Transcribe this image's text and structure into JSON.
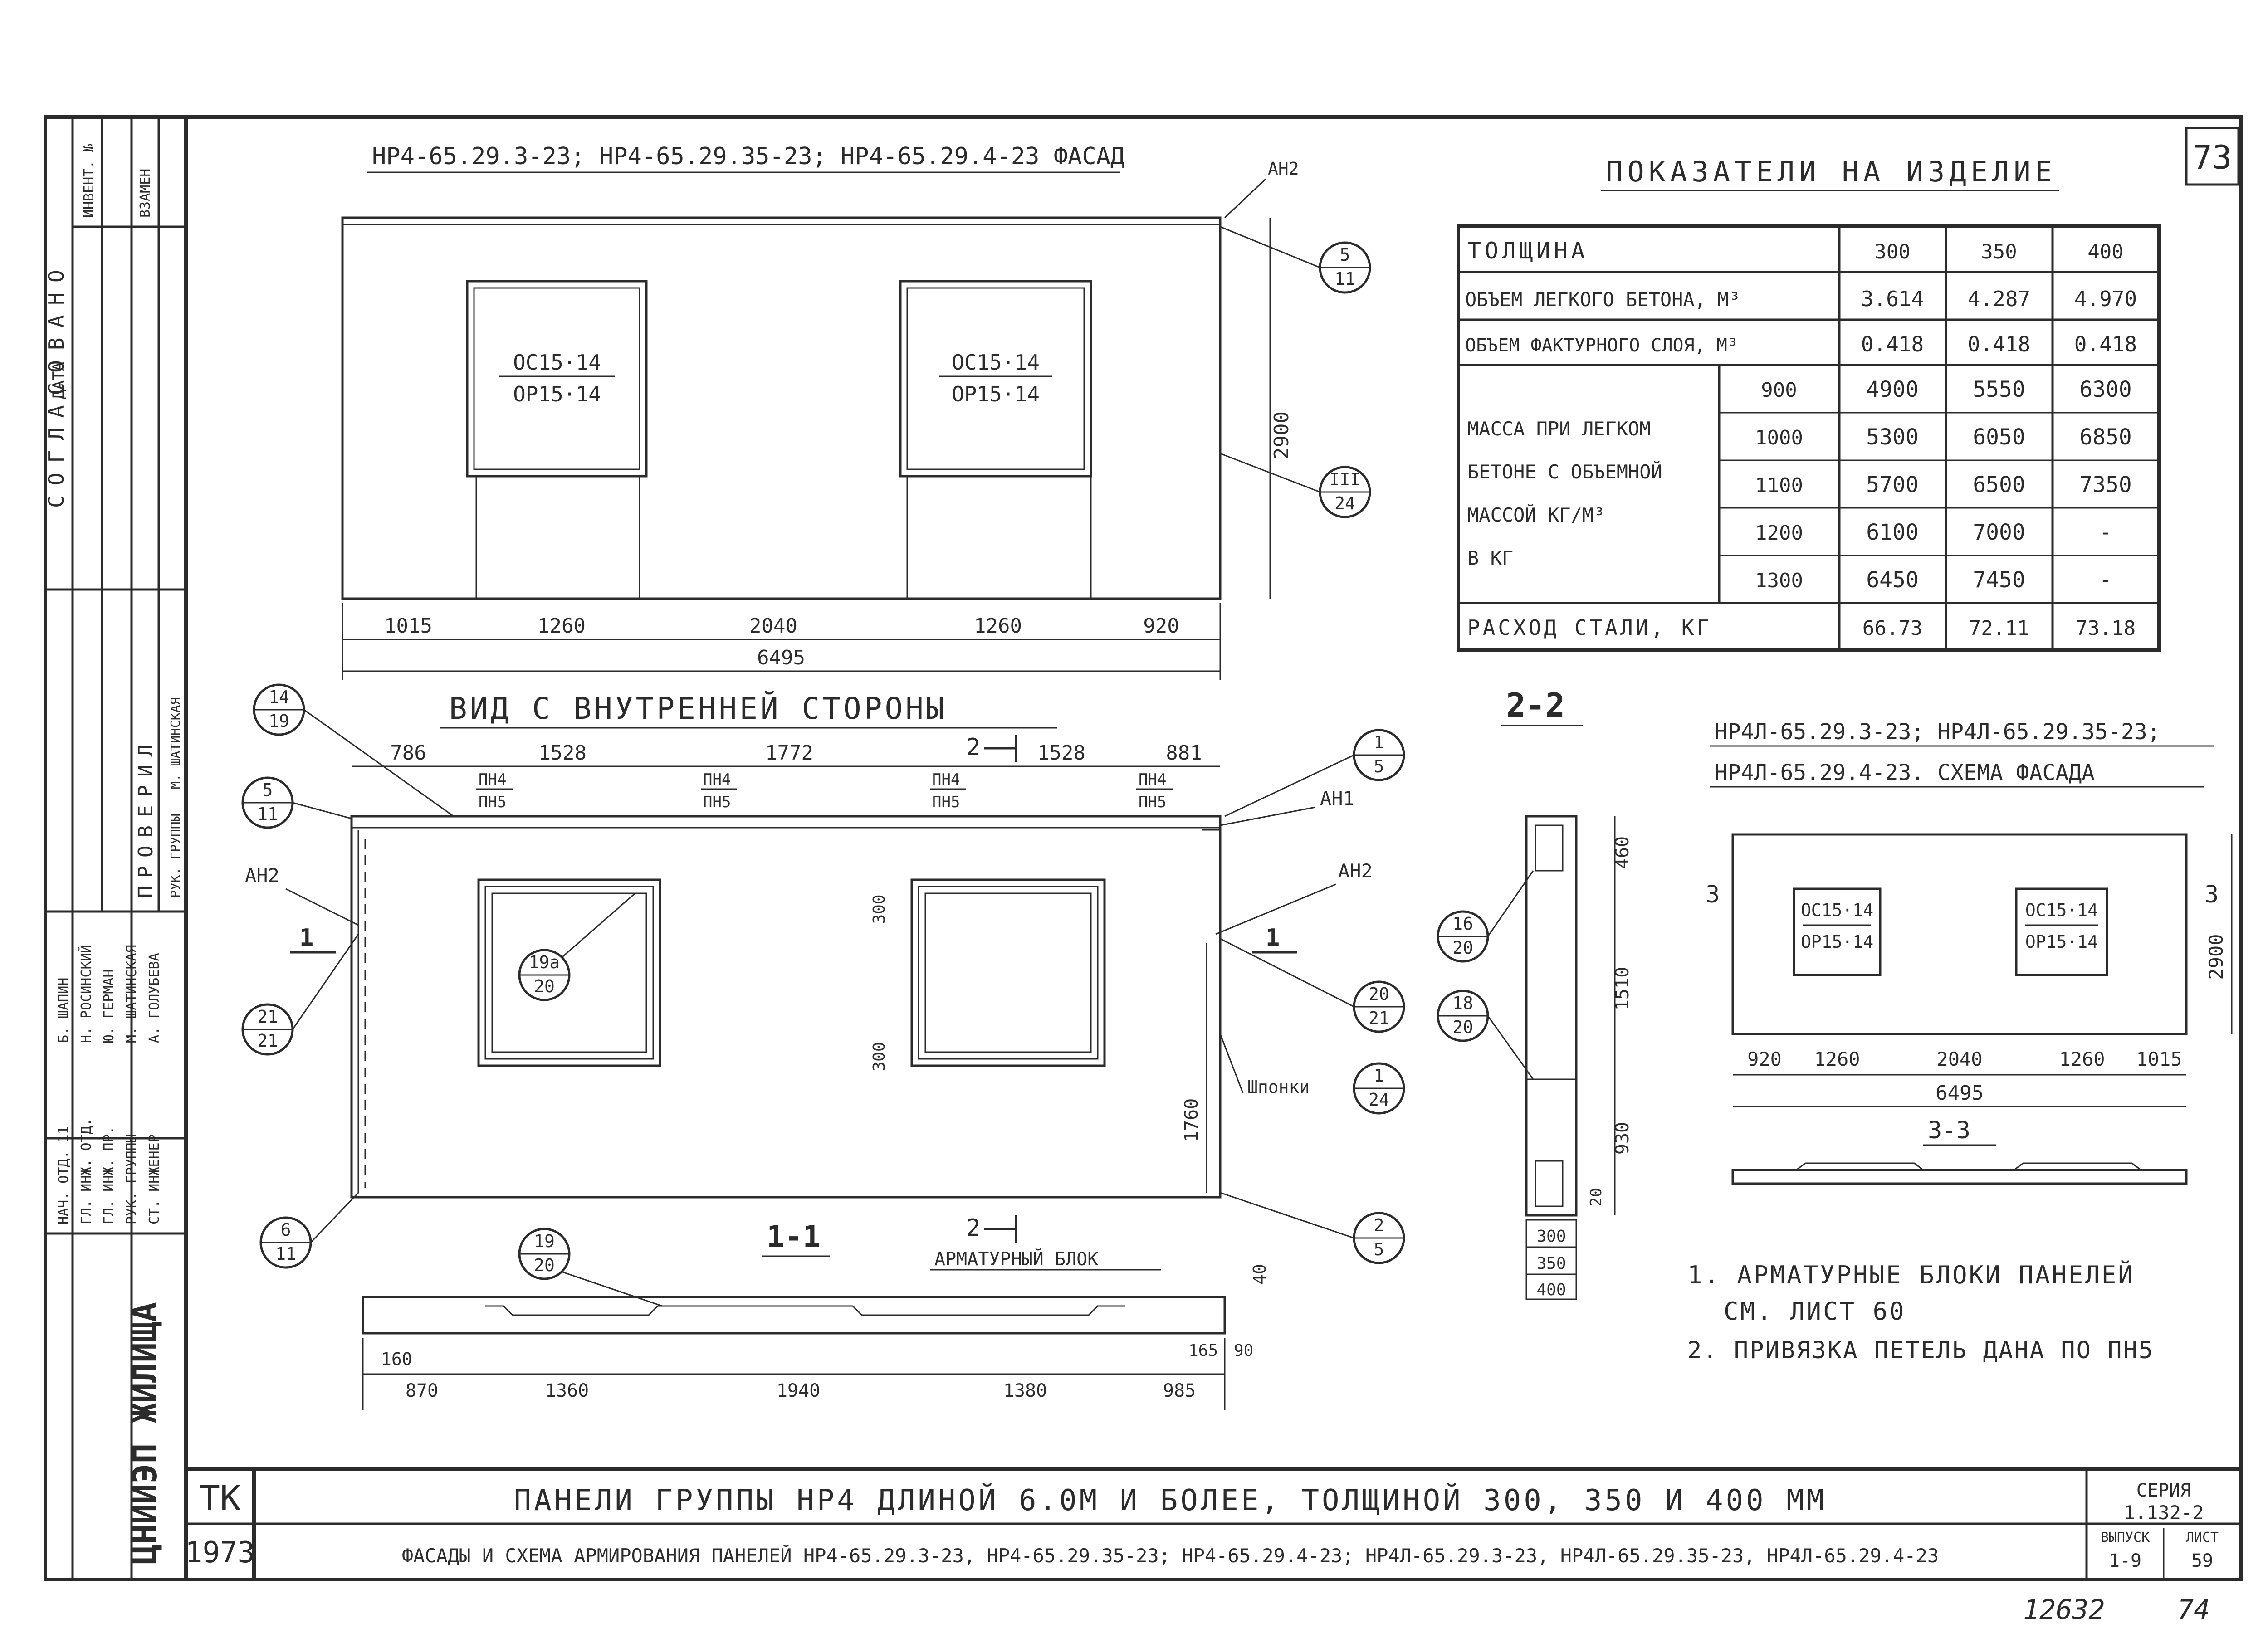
{
  "sheet_number": "73",
  "stamp": "12632",
  "page_number_bottom": "74",
  "facade": {
    "title": "НР4-65.29.3-23; НР4-65.29.35-23; НР4-65.29.4-23 ФАСАД",
    "window_top": "ОС15·14",
    "window_bottom": "ОР15·14",
    "tag_an2": "АН2",
    "height_dim": "2900",
    "dims": [
      "1015",
      "1260",
      "2040",
      "1260",
      "920"
    ],
    "total": "6495",
    "callout1": {
      "top": "5",
      "bottom": "11"
    },
    "callout2": {
      "top": "III",
      "bottom": "24"
    }
  },
  "inner": {
    "title": "ВИД С ВНУТРЕННЕЙ СТОРОНЫ",
    "dims": [
      "786",
      "1528",
      "1772",
      "1528",
      "881"
    ],
    "loop_top": "ПН4",
    "loop_bottom": "ПН5",
    "section_mark": "2",
    "an1": "АН1",
    "an2": "АН2",
    "an2_left": "АН2",
    "section_1": "1",
    "dim_300a": "300",
    "dim_300b": "300",
    "dim_1760": "1760",
    "shponki": "Шпонки",
    "callouts": [
      {
        "top": "14",
        "bottom": "19"
      },
      {
        "top": "5",
        "bottom": "11"
      },
      {
        "top": "21",
        "bottom": "21"
      },
      {
        "top": "6",
        "bottom": "11"
      },
      {
        "top": "19а",
        "bottom": "20"
      },
      {
        "top": "1",
        "bottom": "5"
      },
      {
        "top": "20",
        "bottom": "21"
      },
      {
        "top": "1",
        "bottom": "24"
      },
      {
        "top": "2",
        "bottom": "5"
      }
    ]
  },
  "section11": {
    "title": "1-1",
    "label": "АРМАТУРНЫЙ БЛОК",
    "callout": {
      "top": "19",
      "bottom": "20"
    },
    "d40": "40",
    "d160": "160",
    "d165": "165",
    "d90": "90",
    "dims": [
      "870",
      "1360",
      "1940",
      "1380",
      "985"
    ]
  },
  "section22": {
    "title": "2-2",
    "dims": [
      "460",
      "1510",
      "930"
    ],
    "d20": "20",
    "callout1": {
      "top": "16",
      "bottom": "20"
    },
    "callout2": {
      "top": "18",
      "bottom": "20"
    },
    "thickness": [
      "300",
      "350",
      "400"
    ]
  },
  "indicators": {
    "title": "ПОКАЗАТЕЛИ НА ИЗДЕЛИЕ",
    "header": {
      "label": "ТОЛЩИНА",
      "cols": [
        "300",
        "350",
        "400"
      ]
    },
    "row_volume_light": {
      "label": "ОБЪЕМ ЛЕГКОГО БЕТОНА, М³",
      "vals": [
        "3.614",
        "4.287",
        "4.970"
      ]
    },
    "row_volume_face": {
      "label": "ОБЪЕМ ФАКТУРНОГО СЛОЯ, М³",
      "vals": [
        "0.418",
        "0.418",
        "0.418"
      ]
    },
    "mass_label": [
      "МАССА ПРИ ЛЕГКОМ",
      "БЕТОНЕ С ОБЪЕМНОЙ",
      "МАССОЙ КГ/М³",
      "В КГ"
    ],
    "mass_rows": [
      {
        "density": "900",
        "vals": [
          "4900",
          "5550",
          "6300"
        ]
      },
      {
        "density": "1000",
        "vals": [
          "5300",
          "6050",
          "6850"
        ]
      },
      {
        "density": "1100",
        "vals": [
          "5700",
          "6500",
          "7350"
        ]
      },
      {
        "density": "1200",
        "vals": [
          "6100",
          "7000",
          "-"
        ]
      },
      {
        "density": "1300",
        "vals": [
          "6450",
          "7450",
          "-"
        ]
      }
    ],
    "row_steel": {
      "label": "РАСХОД СТАЛИ, КГ",
      "vals": [
        "66.73",
        "72.11",
        "73.18"
      ]
    }
  },
  "scheme": {
    "title1": "НР4Л-65.29.3-23; НР4Л-65.29.35-23;",
    "title2": "НР4Л-65.29.4-23. СХЕМА ФАСАДА",
    "window_top": "ОС15·14",
    "window_bottom": "ОР15·14",
    "mark3": "3",
    "height_dim": "2900",
    "dims": [
      "920",
      "1260",
      "2040",
      "1260",
      "1015"
    ],
    "total": "6495",
    "section": "3-3"
  },
  "notes": [
    "1. АРМАТУРНЫЕ БЛОКИ ПАНЕЛЕЙ",
    "СМ. ЛИСТ 60",
    "2. ПРИВЯЗКА ПЕТЕЛЬ ДАНА ПО ПН5"
  ],
  "sidebar": {
    "org": "ЦНИИЭП ЖИЛИЩА",
    "agreed": "СОГЛАСОВАНО",
    "checked": "ПРОВЕРИЛ",
    "date": "ДАТА",
    "inv": "ИНВЕНТ. №",
    "replace": "ВЗАМЕН",
    "roles": [
      "НАЧ. ОТД. 11",
      "ГЛ. ИНЖ. ОТД.",
      "ГЛ. ИНЖ. ПР.",
      "РУК. ГРУППЫ",
      "СТ. ИНЖЕНЕР"
    ],
    "names": [
      "Б. ШАПИН",
      "Н. РОСИНСКИЙ",
      "Ю. ГЕРМАН",
      "М. ШАТИНСКАЯ",
      "А. ГОЛУБЕВА"
    ],
    "check_roles": [
      "РУК. ГРУППЫ"
    ],
    "check_names": [
      "М. ШАТИНСКАЯ"
    ]
  },
  "titleblock": {
    "code": "ТК",
    "year": "1973",
    "line1": "ПАНЕЛИ ГРУППЫ НР4 ДЛИНОЙ 6.0М И БОЛЕЕ, ТОЛЩИНОЙ 300, 350 И 400 ММ",
    "line2": "ФАСАДЫ И СХЕМА АРМИРОВАНИЯ ПАНЕЛЕЙ НР4-65.29.3-23, НР4-65.29.35-23; НР4-65.29.4-23; НР4Л-65.29.3-23, НР4Л-65.29.35-23, НР4Л-65.29.4-23",
    "series_label": "СЕРИЯ",
    "series": "1.132-2",
    "issue_label": "ВЫПУСК",
    "issue": "1-9",
    "sheet_label": "ЛИСТ",
    "sheet": "59"
  }
}
